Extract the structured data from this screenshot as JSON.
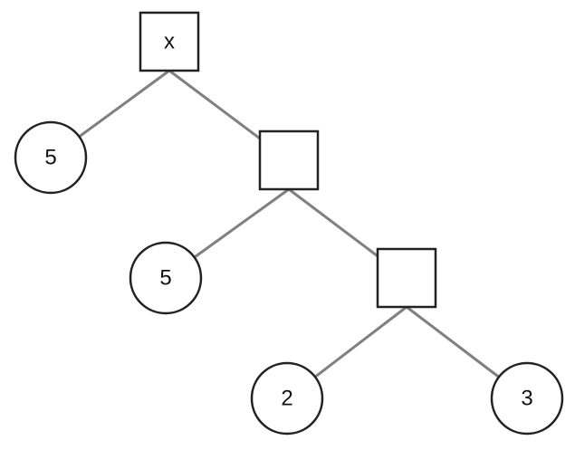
{
  "colors": {
    "edge": "#808080",
    "stroke": "#222222",
    "fill": "#ffffff",
    "text": "#111111"
  },
  "tree": {
    "nodes": [
      {
        "id": "root",
        "shape": "square",
        "label": "x"
      },
      {
        "id": "leaf-left-1",
        "shape": "circle",
        "label": "5"
      },
      {
        "id": "mid",
        "shape": "square",
        "label": ""
      },
      {
        "id": "leaf-left-2",
        "shape": "circle",
        "label": "5"
      },
      {
        "id": "lower",
        "shape": "square",
        "label": ""
      },
      {
        "id": "leaf-2",
        "shape": "circle",
        "label": "2"
      },
      {
        "id": "leaf-3",
        "shape": "circle",
        "label": "3"
      }
    ],
    "edges": [
      {
        "from": "root",
        "to": "leaf-left-1"
      },
      {
        "from": "root",
        "to": "mid"
      },
      {
        "from": "mid",
        "to": "leaf-left-2"
      },
      {
        "from": "mid",
        "to": "lower"
      },
      {
        "from": "lower",
        "to": "leaf-2"
      },
      {
        "from": "lower",
        "to": "leaf-3"
      }
    ]
  }
}
